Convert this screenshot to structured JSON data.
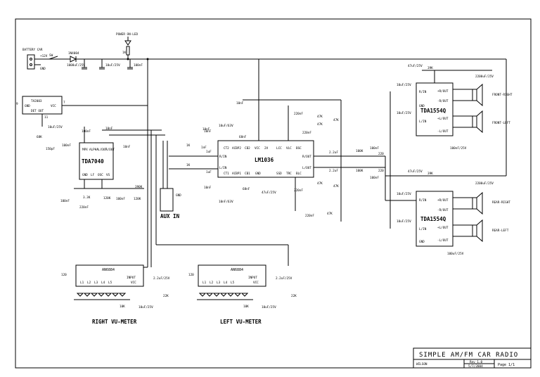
{
  "power": {
    "battery": "BATTERY CAR",
    "plus": "+12V",
    "gnd": "GND",
    "diode": "1N4004",
    "sw": "SW",
    "cap1": "1000uF/25V",
    "cap2": "10uF/25V",
    "cap3": "100nF",
    "led": "POWER ON-LED",
    "led_res": "1K"
  },
  "tuner": {
    "chip": "TA2003",
    "gnd": "GND",
    "vcc": "VCC",
    "det": "DET OUT",
    "pin9": "9",
    "pin11": "11",
    "pin7": "7"
  },
  "tda7040": {
    "name": "TDA7040",
    "pins_top": [
      "MPX",
      "ALPHA",
      "L/OUT",
      "R/OUT"
    ],
    "pins_bot": [
      "GND",
      "LF",
      "OSC",
      "VS"
    ],
    "parts": [
      "10uF/25V",
      "68K",
      "150pF",
      "100nF",
      "10nF",
      "100nF",
      "10nF",
      "100nF",
      "220nF",
      "3.3K",
      "120K",
      "100nF",
      "390K",
      "120K"
    ]
  },
  "aux": {
    "label": "AUX IN",
    "gnd": "GND"
  },
  "lm1036": {
    "name": "LM1036",
    "top": [
      "CT2",
      "ACBP2",
      "CB2",
      "VCC",
      "2V",
      "LCC",
      "VLC",
      "BSC"
    ],
    "bot": [
      "CT1",
      "ACBP1",
      "CB1",
      "GND",
      "SSD",
      "TRC",
      "BLC"
    ],
    "r_in": "R/IN",
    "l_in": "L/IN",
    "r_out": "R/OUT",
    "l_out": "L/OUT",
    "parts": [
      "1K",
      "1uF",
      "1nF",
      "1K",
      "1uF",
      "10nF",
      "10nF",
      "10uF/63V",
      "68nF",
      "10nF",
      "10nF/63V",
      "68nF",
      "47uF/25V",
      "220nF",
      "220nF",
      "220nF",
      "220nF",
      "47K",
      "47K",
      "47K",
      "47K",
      "47K",
      "47K",
      "2.2uF",
      "2.2uF",
      "100K",
      "100K",
      "100nF",
      "100nF",
      "220",
      "220",
      "10nF"
    ]
  },
  "amp_front": {
    "name": "TDA1554Q",
    "pins": [
      "R/IN",
      "L/IN",
      "GND",
      "+R/OUT",
      "-R/OUT",
      "+L/OUT",
      "-L/OUT"
    ],
    "spk1": "FRONT-RIGHT",
    "spk2": "FRONT-LEFT",
    "parts": [
      "47uF/25V",
      "39K",
      "2200uF/25V",
      "10uF/25V",
      "10uF/25V",
      "100nF/25V"
    ]
  },
  "amp_rear": {
    "name": "TDA1554Q",
    "pins": [
      "R/IN",
      "L/IN",
      "GND",
      "+R/OUT",
      "-R/OUT",
      "+L/OUT",
      "-L/OUT"
    ],
    "spk1": "REAR-RIGHT",
    "spk2": "REAR-LEFT",
    "parts": [
      "47uF/25V",
      "39K",
      "2200uF/25V",
      "10uF/25V",
      "10uF/25V",
      "100uF/25V"
    ]
  },
  "vu_right": {
    "chip": "AN6884",
    "label": "RIGHT VU-METER",
    "pins": [
      "L1",
      "L2",
      "L3",
      "L4",
      "L5",
      "INPUT",
      "VCC"
    ],
    "parts": [
      "120",
      "2.2uF/25V",
      "22K",
      "10K",
      "10uF/25V"
    ]
  },
  "vu_left": {
    "chip": "AN6884",
    "label": "LEFT VU-METER",
    "pins": [
      "L1",
      "L2",
      "L3",
      "L4",
      "L5",
      "INPUT",
      "VCC"
    ],
    "parts": [
      "120",
      "2.2uF/25V",
      "22K",
      "10K",
      "10uF/25V"
    ]
  },
  "title_block": {
    "title": "SIMPLE AM/FM CAR RADIO",
    "author": "WILSON",
    "rev": "Rev 1.0",
    "date": "5/7/2004",
    "page": "Page 1/1"
  }
}
